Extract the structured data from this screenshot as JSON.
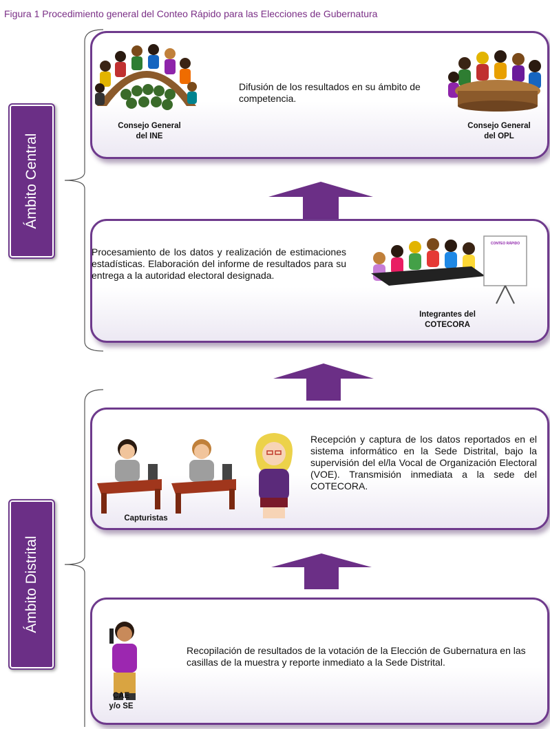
{
  "figure_title": "Figura 1 Procedimiento general del Conteo Rápido para las Elecciones de Gubernatura",
  "sections": {
    "central": "Ámbito Central",
    "distrital": "Ámbito Distrital"
  },
  "boxes": {
    "difusion": {
      "text": "Difusión de los resultados en su ámbito de competencia.",
      "left_caption_l1": "Consejo General",
      "left_caption_l2": "del INE",
      "right_caption_l1": "Consejo General",
      "right_caption_l2": "del OPL"
    },
    "procesamiento": {
      "text": "Procesamiento de los datos y realización de estimaciones estadísticas. Elaboración del informe de resultados para su entrega a la autoridad electoral designada.",
      "caption_l1": "Integrantes del",
      "caption_l2": "COTECORA",
      "board_label": "CONTEO RÁPIDO"
    },
    "recepcion": {
      "text": "Recepción y captura de los datos reportados en el sistema informático en la Sede Distrital, bajo la supervisión del el/la Vocal de Organización Electoral (VOE). Transmisión inmediata a la sede del COTECORA.",
      "caption": "Capturistas"
    },
    "recopilacion": {
      "text": "Recopilación de resultados de la votación de la Elección de Gubernatura en las casillas de la muestra y reporte inmediato a la Sede Distrital.",
      "caption_l1": "CAE",
      "caption_l2": "y/o SE"
    }
  },
  "colors": {
    "purple": "#6b2f86",
    "border": "#6e3a8c",
    "title": "#7a2f86"
  }
}
